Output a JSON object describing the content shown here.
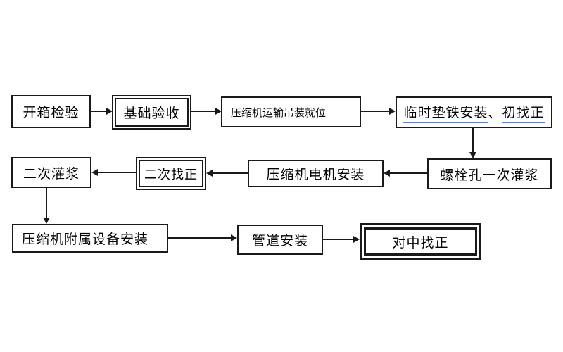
{
  "diagram": {
    "title": "compressor-installation-flowchart",
    "boxes": {
      "open_box_inspection": "开箱检验",
      "foundation_acceptance": "基础验收",
      "transport_hoisting": "压缩机运输吊装就位",
      "temp_shim_part1": "临时垫铁安装",
      "temp_shim_sep": "、",
      "temp_shim_part2": "初找正",
      "bolt_hole_grouting": "螺栓孔一次灌浆",
      "motor_installation": "压缩机电机安装",
      "secondary_alignment": "二次找正",
      "secondary_grouting": "二次灌浆",
      "auxiliary_equipment": "压缩机附属设备安装",
      "piping_installation": "管道安装",
      "center_alignment": "对中找正"
    },
    "colors": {
      "border": "#1a1a1a",
      "underline": "#5f83cd",
      "background": "#ffffff",
      "text": "#000000"
    }
  }
}
